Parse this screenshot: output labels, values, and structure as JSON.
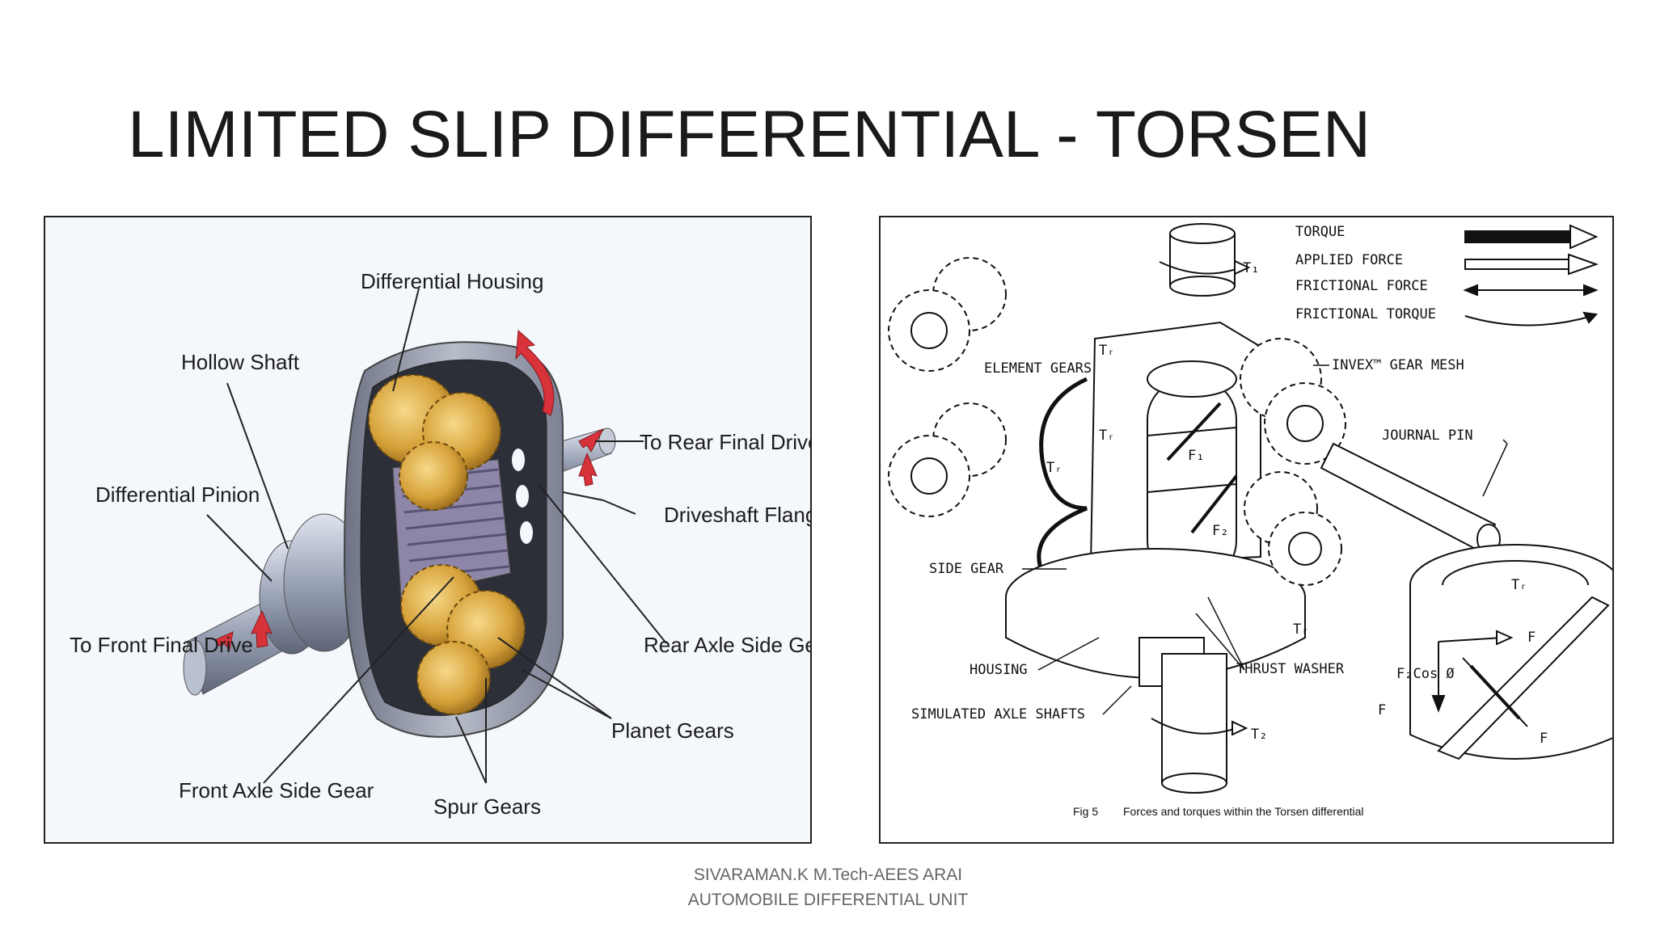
{
  "slide": {
    "title": "LIMITED SLIP DIFFERENTIAL - TORSEN",
    "footer_line1": "SIVARAMAN.K M.Tech-AEES ARAI",
    "footer_line2": "AUTOMOBILE DIFFERENTIAL UNIT"
  },
  "left_diagram": {
    "labels": {
      "differential_housing": "Differential Housing",
      "hollow_shaft": "Hollow Shaft",
      "to_rear_final_drive": "To Rear Final Drive",
      "differential_pinion": "Differential Pinion",
      "driveshaft_flange": "Driveshaft Flange",
      "to_front_final_drive": "To Front Final Drive",
      "rear_axle_side_gear": "Rear Axle Side Gear",
      "planet_gears": "Planet Gears",
      "front_axle_side_gear": "Front Axle Side Gear",
      "spur_gears": "Spur Gears"
    },
    "colors": {
      "gear": "#d9a93a",
      "housing": "#8a8f9c",
      "arrow": "#d8323a"
    }
  },
  "right_diagram": {
    "legend": {
      "torque": "TORQUE",
      "applied_force": "APPLIED FORCE",
      "frictional_force": "FRICTIONAL FORCE",
      "frictional_torque": "FRICTIONAL TORQUE"
    },
    "labels": {
      "element_gears": "ELEMENT GEARS",
      "invex_gear_mesh": "INVEX™ GEAR MESH",
      "journal_pin": "JOURNAL PIN",
      "side_gear": "SIDE GEAR",
      "housing": "HOUSING",
      "thrust_washer": "THRUST WASHER",
      "simulated_axle_shafts": "SIMULATED AXLE SHAFTS",
      "fbcos": "F₂Cos Ø"
    },
    "caption": {
      "fig": "Fig 5",
      "text": "Forces and torques within the Torsen differential"
    }
  }
}
